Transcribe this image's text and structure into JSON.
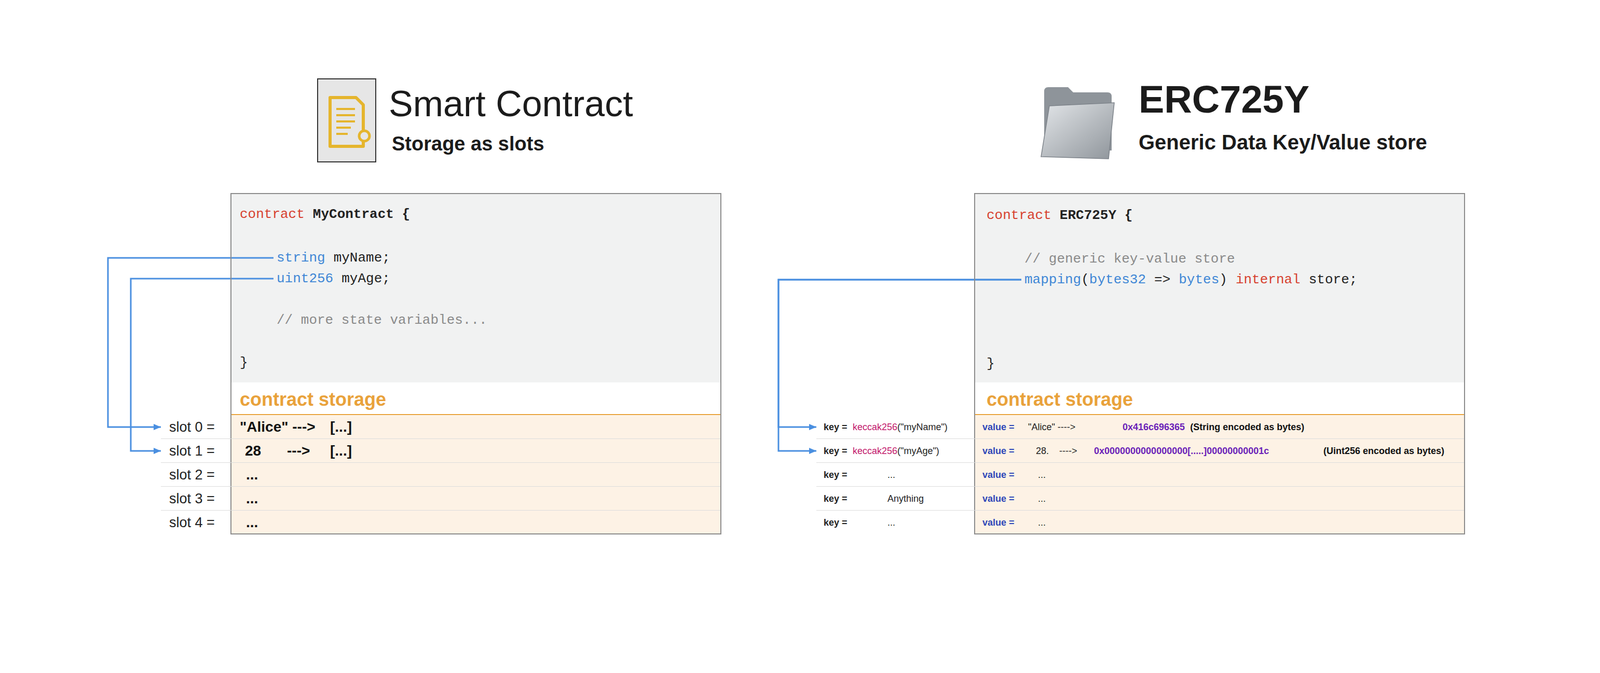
{
  "diagram": {
    "nodes": [
      {
        "text": [
          "contract",
          "MyContract {",
          "// more state variables...",
          "}",
          "contract storage"
        ]
      },
      {
        "text": [
          "string",
          "myName;"
        ],
        "in": 0
      },
      {
        "text": [
          "uint256",
          "myAge;"
        ],
        "in": 0
      },
      {
        "text": [
          "slot 0 =",
          "\"Alice\" --->",
          "[...]"
        ],
        "in": 0
      },
      {
        "text": [
          "slot 1 =",
          "28",
          "--->",
          "[...]"
        ],
        "in": 0
      },
      {
        "text": [
          "slot 2 =",
          "..."
        ],
        "in": 0
      },
      {
        "text": [
          "slot 3 =",
          "..."
        ],
        "in": 0
      },
      {
        "text": [
          "slot 4 =",
          "..."
        ],
        "in": 0
      },
      {
        "text": [
          "contract",
          "ERC725Y {",
          "// generic key-value store",
          "}",
          "contract storage"
        ]
      },
      {
        "text": [
          "mapping",
          "(",
          "bytes32",
          "=>",
          "bytes",
          ")",
          "internal",
          "store;"
        ],
        "in": 8
      },
      {
        "text": [
          "key =",
          "keccak256",
          "(\"myName\")",
          "value =",
          "\"Alice\" ---->",
          "0x416c696365",
          "(String encoded as bytes)"
        ],
        "in": 8
      },
      {
        "text": [
          "key =",
          "keccak256",
          "(\"myAge\")",
          "value =",
          "28.",
          "---->",
          "0x0000000000000000[.....]00000000001c",
          "(Uint256 encoded as bytes)"
        ],
        "in": 8
      },
      {
        "text": [
          "key =",
          "...",
          "value =",
          "..."
        ],
        "in": 8
      },
      {
        "text": [
          "key =",
          "Anything",
          "value =",
          "..."
        ],
        "in": 8
      },
      {
        "text": [
          "key =",
          "...",
          "value =",
          "..."
        ],
        "in": 8
      }
    ],
    "edges": [
      {
        "from": 1,
        "to": 3,
        "arrow": "to"
      },
      {
        "from": 2,
        "to": 4,
        "arrow": "to"
      },
      {
        "from": 9,
        "to": 10,
        "arrow": "to"
      },
      {
        "from": 9,
        "to": 11,
        "arrow": "to"
      }
    ],
    "labels": [
      "Smart Contract",
      "Storage as slots",
      "ERC725Y",
      "Generic Data Key/Value store"
    ]
  }
}
